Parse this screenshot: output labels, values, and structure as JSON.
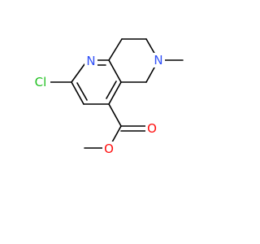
{
  "molecule": {
    "atoms": {
      "cl": {
        "label": "Cl",
        "color": "#1fc01f"
      },
      "n_ring": {
        "label": "N",
        "color": "#3050f8"
      },
      "n_amine": {
        "label": "N",
        "color": "#3050f8"
      },
      "o_carbonyl": {
        "label": "O",
        "color": "#ff0d0d"
      },
      "o_ester": {
        "label": "O",
        "color": "#ff0d0d"
      }
    },
    "bond_color": "#000000",
    "background": "#ffffff"
  }
}
